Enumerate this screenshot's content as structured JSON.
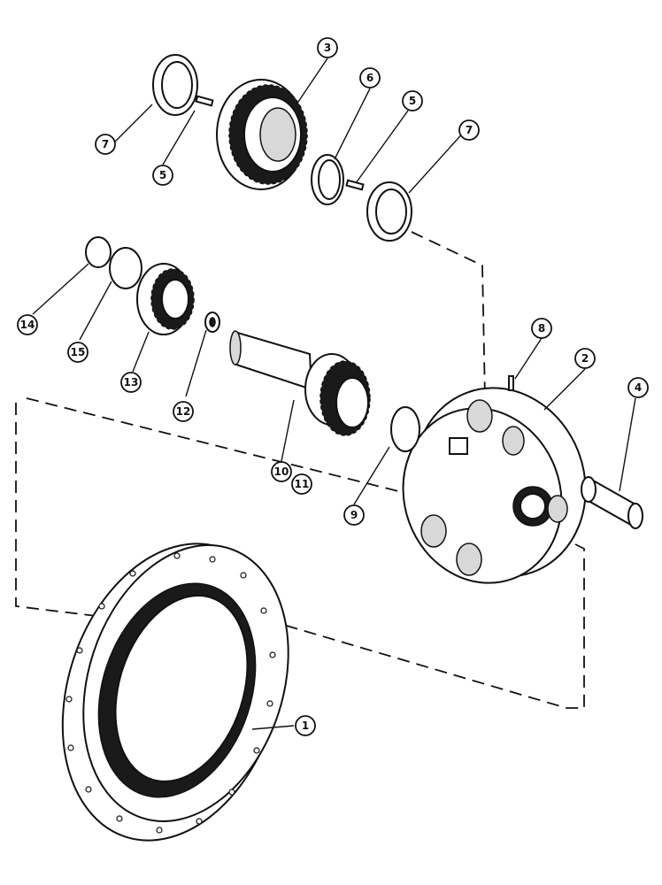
{
  "callouts": [
    {
      "label": "1"
    },
    {
      "label": "2"
    },
    {
      "label": "3"
    },
    {
      "label": "4"
    },
    {
      "label": "5"
    },
    {
      "label": "5"
    },
    {
      "label": "6"
    },
    {
      "label": "7"
    },
    {
      "label": "7"
    },
    {
      "label": "8"
    },
    {
      "label": "9"
    },
    {
      "label": "10"
    },
    {
      "label": "11"
    },
    {
      "label": "12"
    },
    {
      "label": "13"
    },
    {
      "label": "14"
    },
    {
      "label": "15"
    }
  ]
}
